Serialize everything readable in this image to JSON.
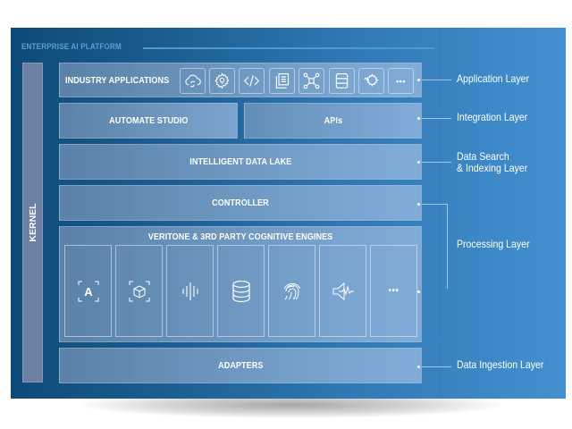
{
  "diagram": {
    "title": "ENTERPRISE AI PLATFORM",
    "kernel_label": "KERNEL",
    "blocks": {
      "industry_applications": "INDUSTRY APPLICATIONS",
      "automate_studio": "AUTOMATE STUDIO",
      "apis": "APIs",
      "intelligent_data_lake": "INTELLIGENT DATA LAKE",
      "controller": "CONTROLLER",
      "cognitive_engines": "VERITONE & 3RD PARTY COGNITIVE ENGINES",
      "adapters": "ADAPTERS"
    },
    "app_icons": [
      "cloud-sync-icon",
      "gear-lightbulb-icon",
      "code-icon",
      "documents-icon",
      "network-icon",
      "database-list-icon",
      "tools-gear-icon",
      "more-icon"
    ],
    "engine_icons": [
      "text-recognition-icon",
      "object-detection-icon",
      "audio-waveform-icon",
      "database-icon",
      "fingerprint-icon",
      "speaker-audio-icon",
      "more-icon"
    ],
    "engine_letter": "A",
    "more_glyph": "•••",
    "layers": {
      "application": "Application Layer",
      "integration": "Integration Layer",
      "data_search_line1": "Data Search",
      "data_search_line2": "& Indexing Layer",
      "processing": "Processing Layer",
      "data_ingestion": "Data Ingestion Layer"
    },
    "colors": {
      "panel_dark": "#0e4a78",
      "panel_light": "#4490cf",
      "title_accent": "#5a9fd4",
      "block_fill": "#8ea5c8",
      "kernel_fill": "#6d7fa3",
      "text": "#ffffff"
    }
  }
}
